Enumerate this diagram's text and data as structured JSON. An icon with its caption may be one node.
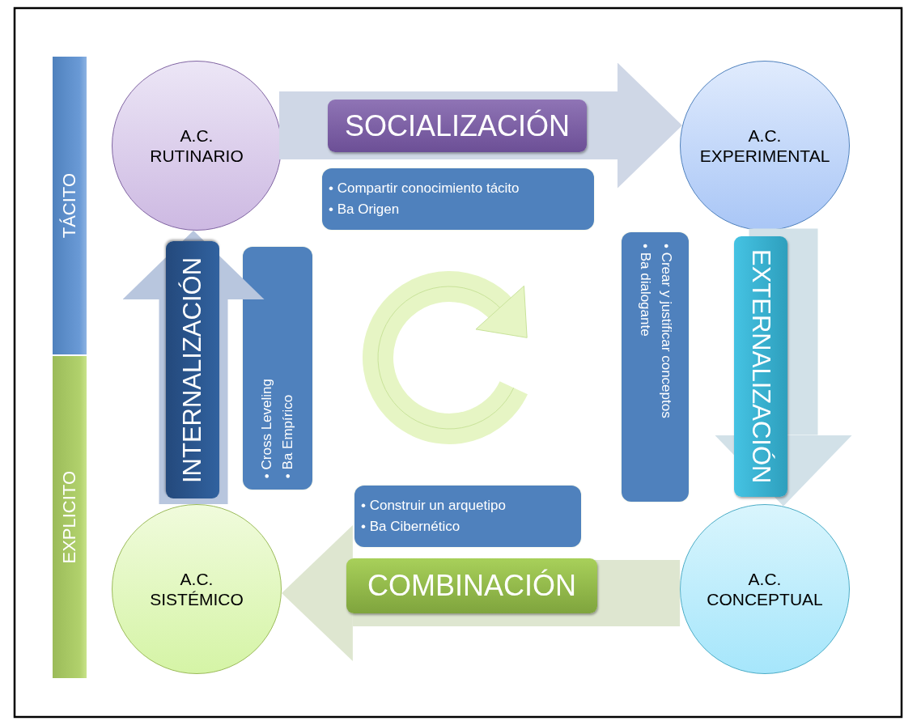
{
  "diagram": {
    "nodes": [
      {
        "text": [
          "TÁCITO"
        ]
      },
      {
        "text": [
          "A.C. RUTINARIO"
        ]
      },
      {
        "text": [
          "• Compartir conocimiento tácito",
          "• Ba Origen"
        ]
      },
      {
        "text": [
          "A.C. EXPERIMENTAL"
        ]
      },
      {
        "text": [
          "• Cross Leveling",
          "• Ba Empírico"
        ]
      },
      {
        "text": [
          "• Crear y justificar conceptos",
          "• Ba dialogante"
        ]
      },
      {
        "text": [
          "EXPLICITO"
        ]
      },
      {
        "text": [
          "• Construir un arquetipo",
          "• Ba Cibernético"
        ]
      },
      {
        "text": [
          "A.C. SISTÉMICO"
        ]
      },
      {
        "text": [
          "A.C. CONCEPTUAL"
        ]
      }
    ],
    "edges": [
      {
        "from": 1,
        "to": 3,
        "arrow": "to",
        "label": "SOCIALIZACIÓN",
        "color": "#cfd7e6"
      },
      {
        "from": 3,
        "to": 9,
        "arrow": "to",
        "label": "EXTERNALIZACIÓN",
        "color": "#d2e1e8"
      },
      {
        "from": 9,
        "to": 8,
        "arrow": "to",
        "label": "COMBINACIÓN",
        "color": "#dee6d0"
      },
      {
        "from": 8,
        "to": 1,
        "arrow": "to",
        "label": "INTERNALIZACIÓN",
        "color": "#b8c6de"
      }
    ]
  }
}
